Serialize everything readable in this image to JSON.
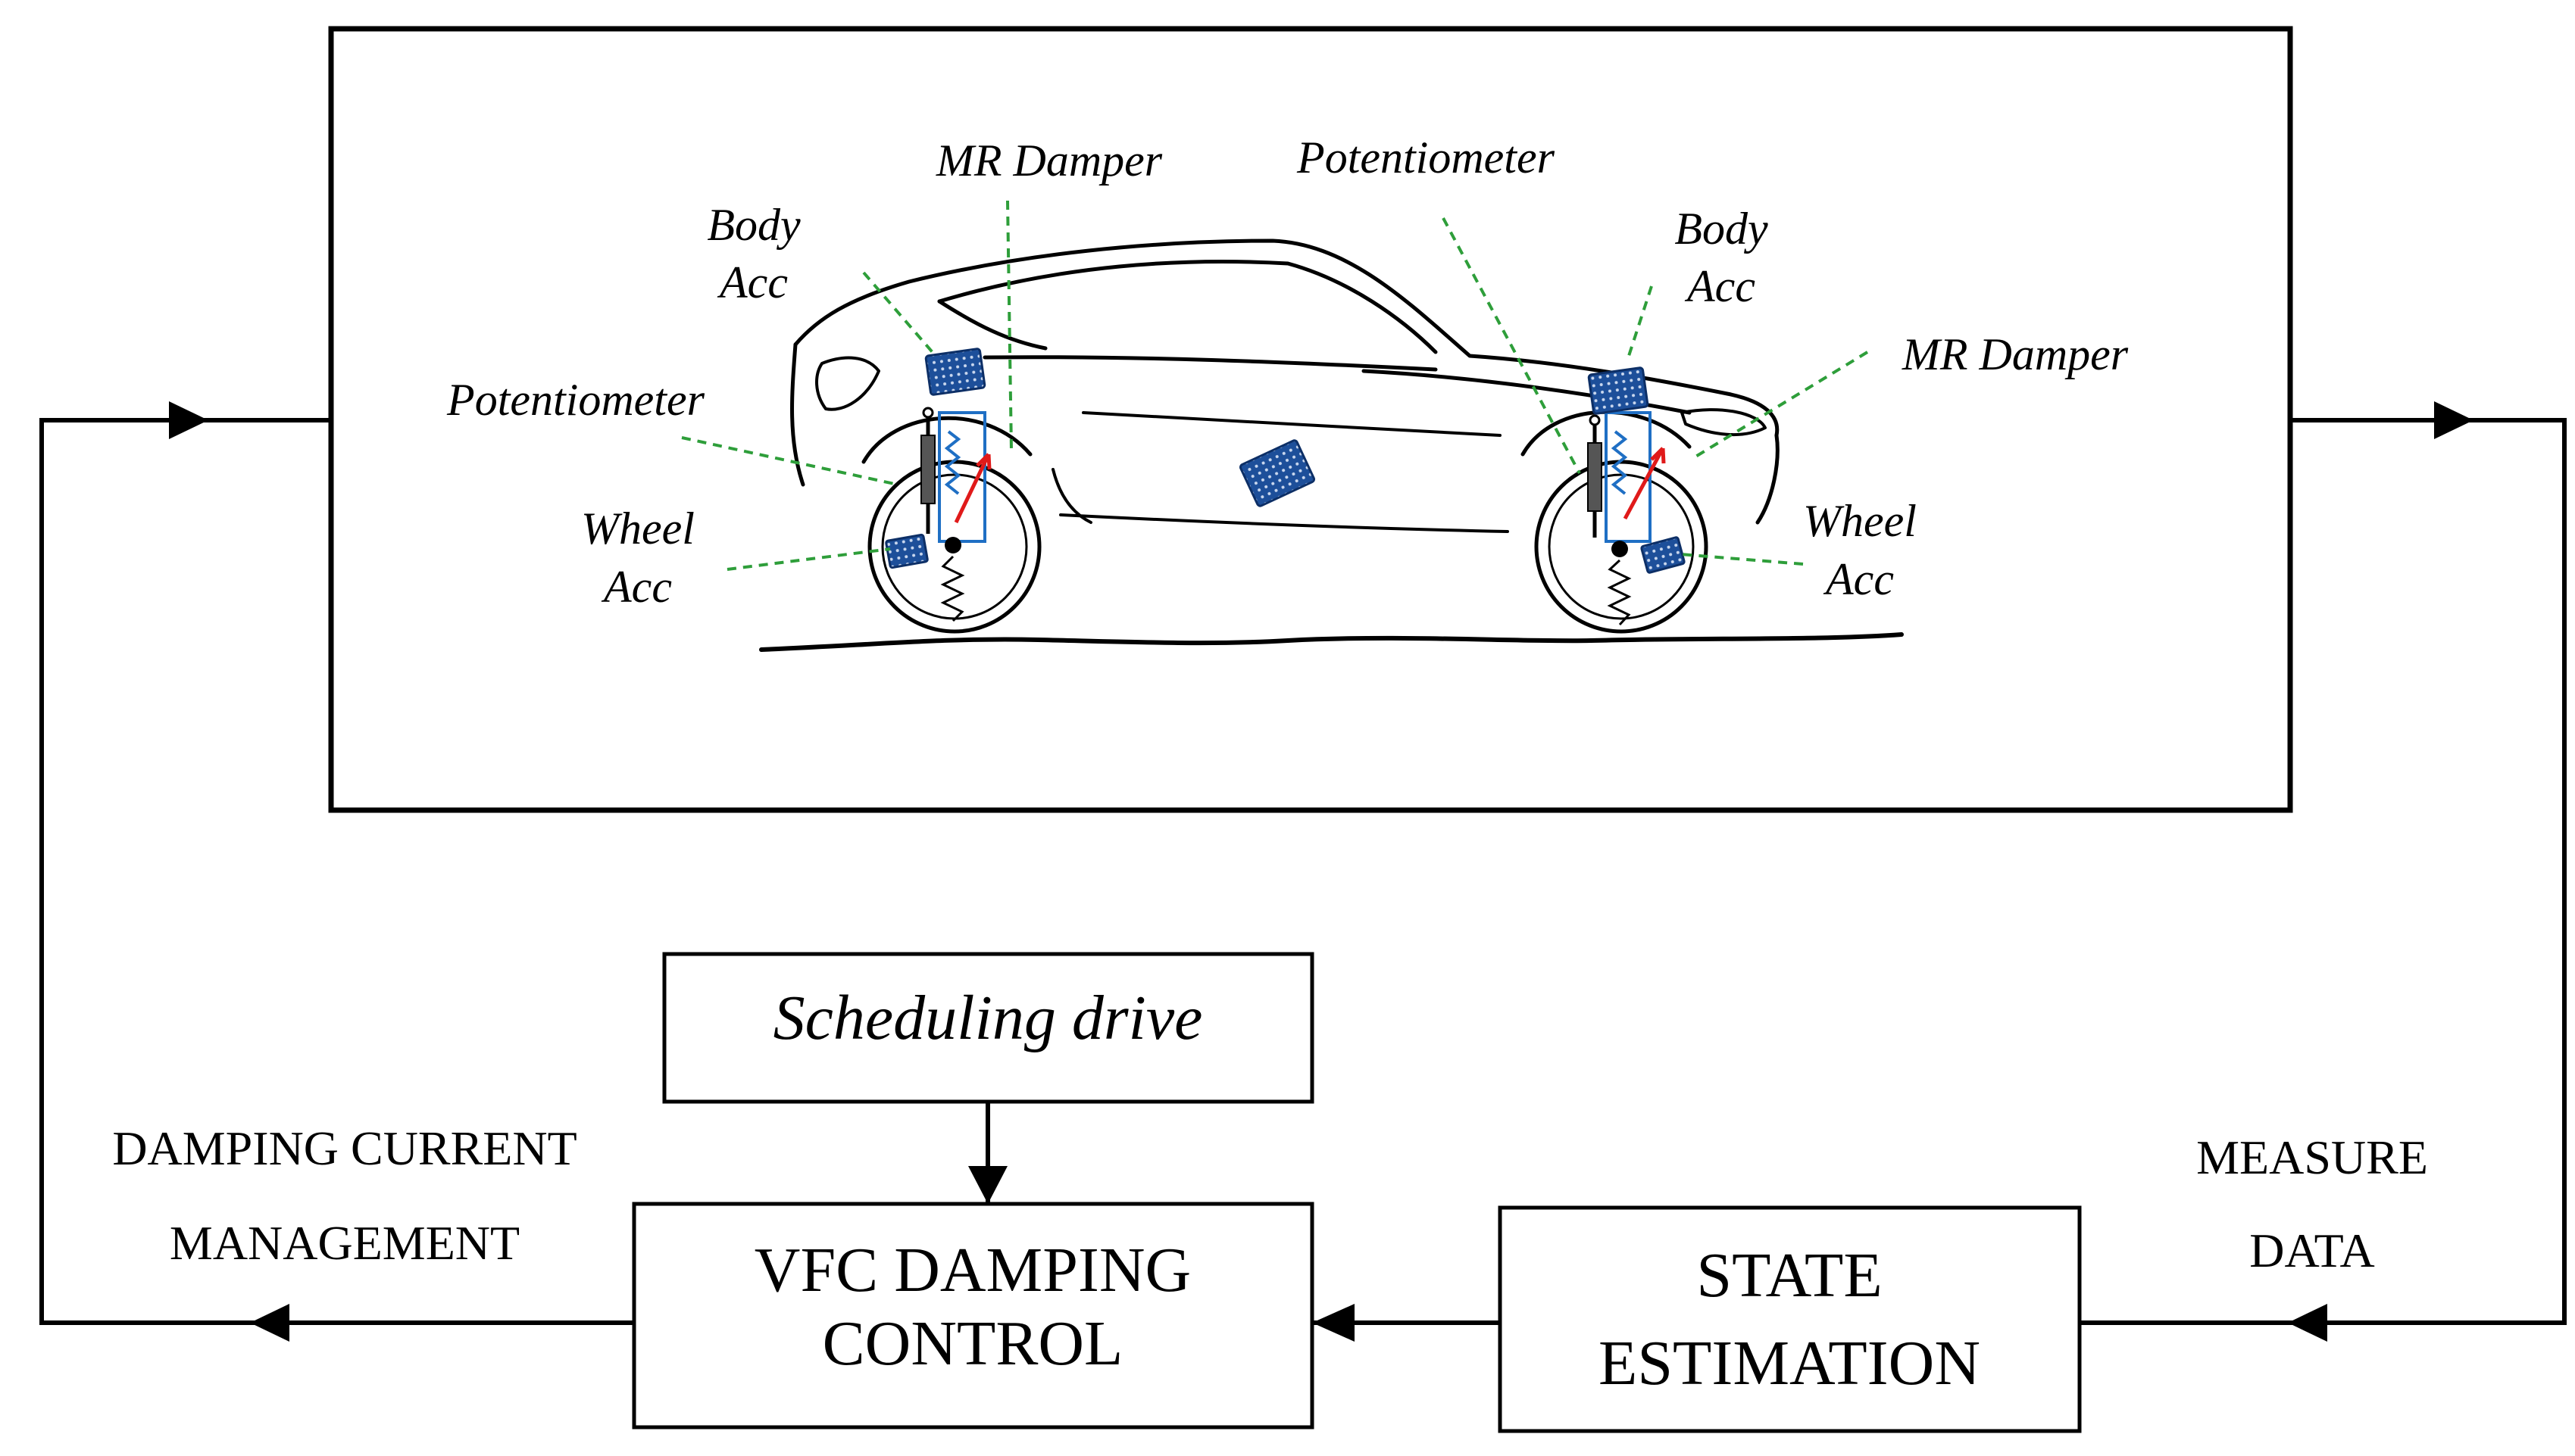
{
  "car_labels": {
    "mr_damper_rear": "MR Damper",
    "body_acc_rear": [
      "Body",
      "Acc"
    ],
    "potentiometer_rear": "Potentiometer",
    "wheel_acc_rear": [
      "Wheel",
      "Acc"
    ],
    "potentiometer_front": "Potentiometer",
    "body_acc_front": [
      "Body",
      "Acc"
    ],
    "mr_damper_front": "MR Damper",
    "wheel_acc_front": [
      "Wheel",
      "Acc"
    ]
  },
  "blocks": {
    "scheduling": "Scheduling drive",
    "vfc": [
      "VFC DAMPING",
      "CONTROL"
    ],
    "state": [
      "STATE",
      "ESTIMATION"
    ]
  },
  "signals": {
    "damping": [
      "DAMPING CURRENT",
      "MANAGEMENT"
    ],
    "measure": [
      "MEASURE",
      "DATA"
    ]
  },
  "colors": {
    "leader_line": "#2e9e3a",
    "damper_box": "#1f6fc4",
    "damper_arrow": "#e01a1a",
    "sensor_board": "#1d4f9a"
  }
}
